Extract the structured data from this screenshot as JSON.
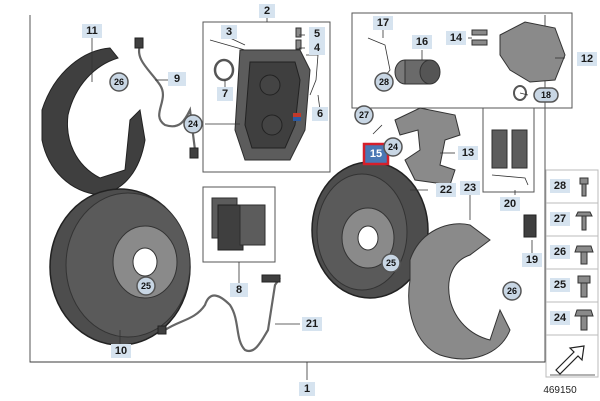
{
  "diagram": {
    "reference_number": "469150",
    "highlighted_part": "15",
    "parts": {
      "p1": "1",
      "p2": "2",
      "p3": "3",
      "p4": "4",
      "p5": "5",
      "p6": "6",
      "p7": "7",
      "p8": "8",
      "p9": "9",
      "p10": "10",
      "p11": "11",
      "p12": "12",
      "p13": "13",
      "p14": "14",
      "p16": "16",
      "p17": "17",
      "p18": "18",
      "p19": "19",
      "p20": "20",
      "p21": "21",
      "p22": "22",
      "p23": "23"
    },
    "callouts": {
      "c18": "18",
      "c24a": "24",
      "c24b": "24",
      "c25a": "25",
      "c25b": "25",
      "c26a": "26",
      "c26b": "26",
      "c27": "27",
      "c28": "28"
    },
    "fastener_grid": {
      "g28": "28",
      "g27": "27",
      "g26": "26",
      "g25": "25",
      "g24": "24"
    }
  }
}
